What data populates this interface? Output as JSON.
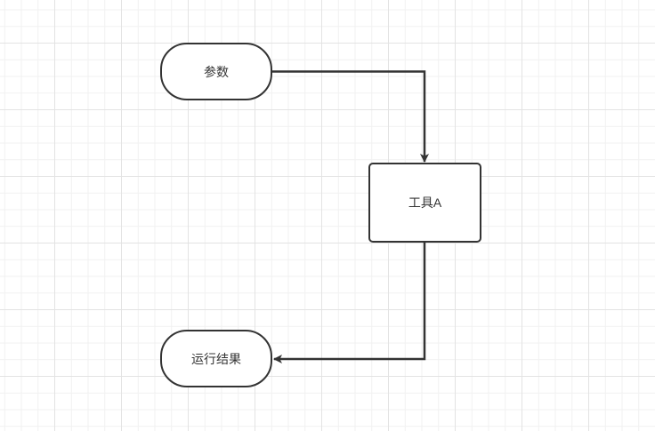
{
  "diagram": {
    "type": "flowchart",
    "nodes": [
      {
        "id": "params",
        "shape": "terminator",
        "label": "参数"
      },
      {
        "id": "tool",
        "shape": "process",
        "label": "工具A"
      },
      {
        "id": "result",
        "shape": "terminator",
        "label": "运行结果"
      }
    ],
    "edges": [
      {
        "from": "params",
        "to": "tool",
        "arrow": "end"
      },
      {
        "from": "tool",
        "to": "result",
        "arrow": "end"
      }
    ],
    "colors": {
      "stroke": "#333333",
      "fill": "#ffffff",
      "grid_major": "#e3e3e3",
      "grid_minor": "#f1f1f1"
    }
  }
}
